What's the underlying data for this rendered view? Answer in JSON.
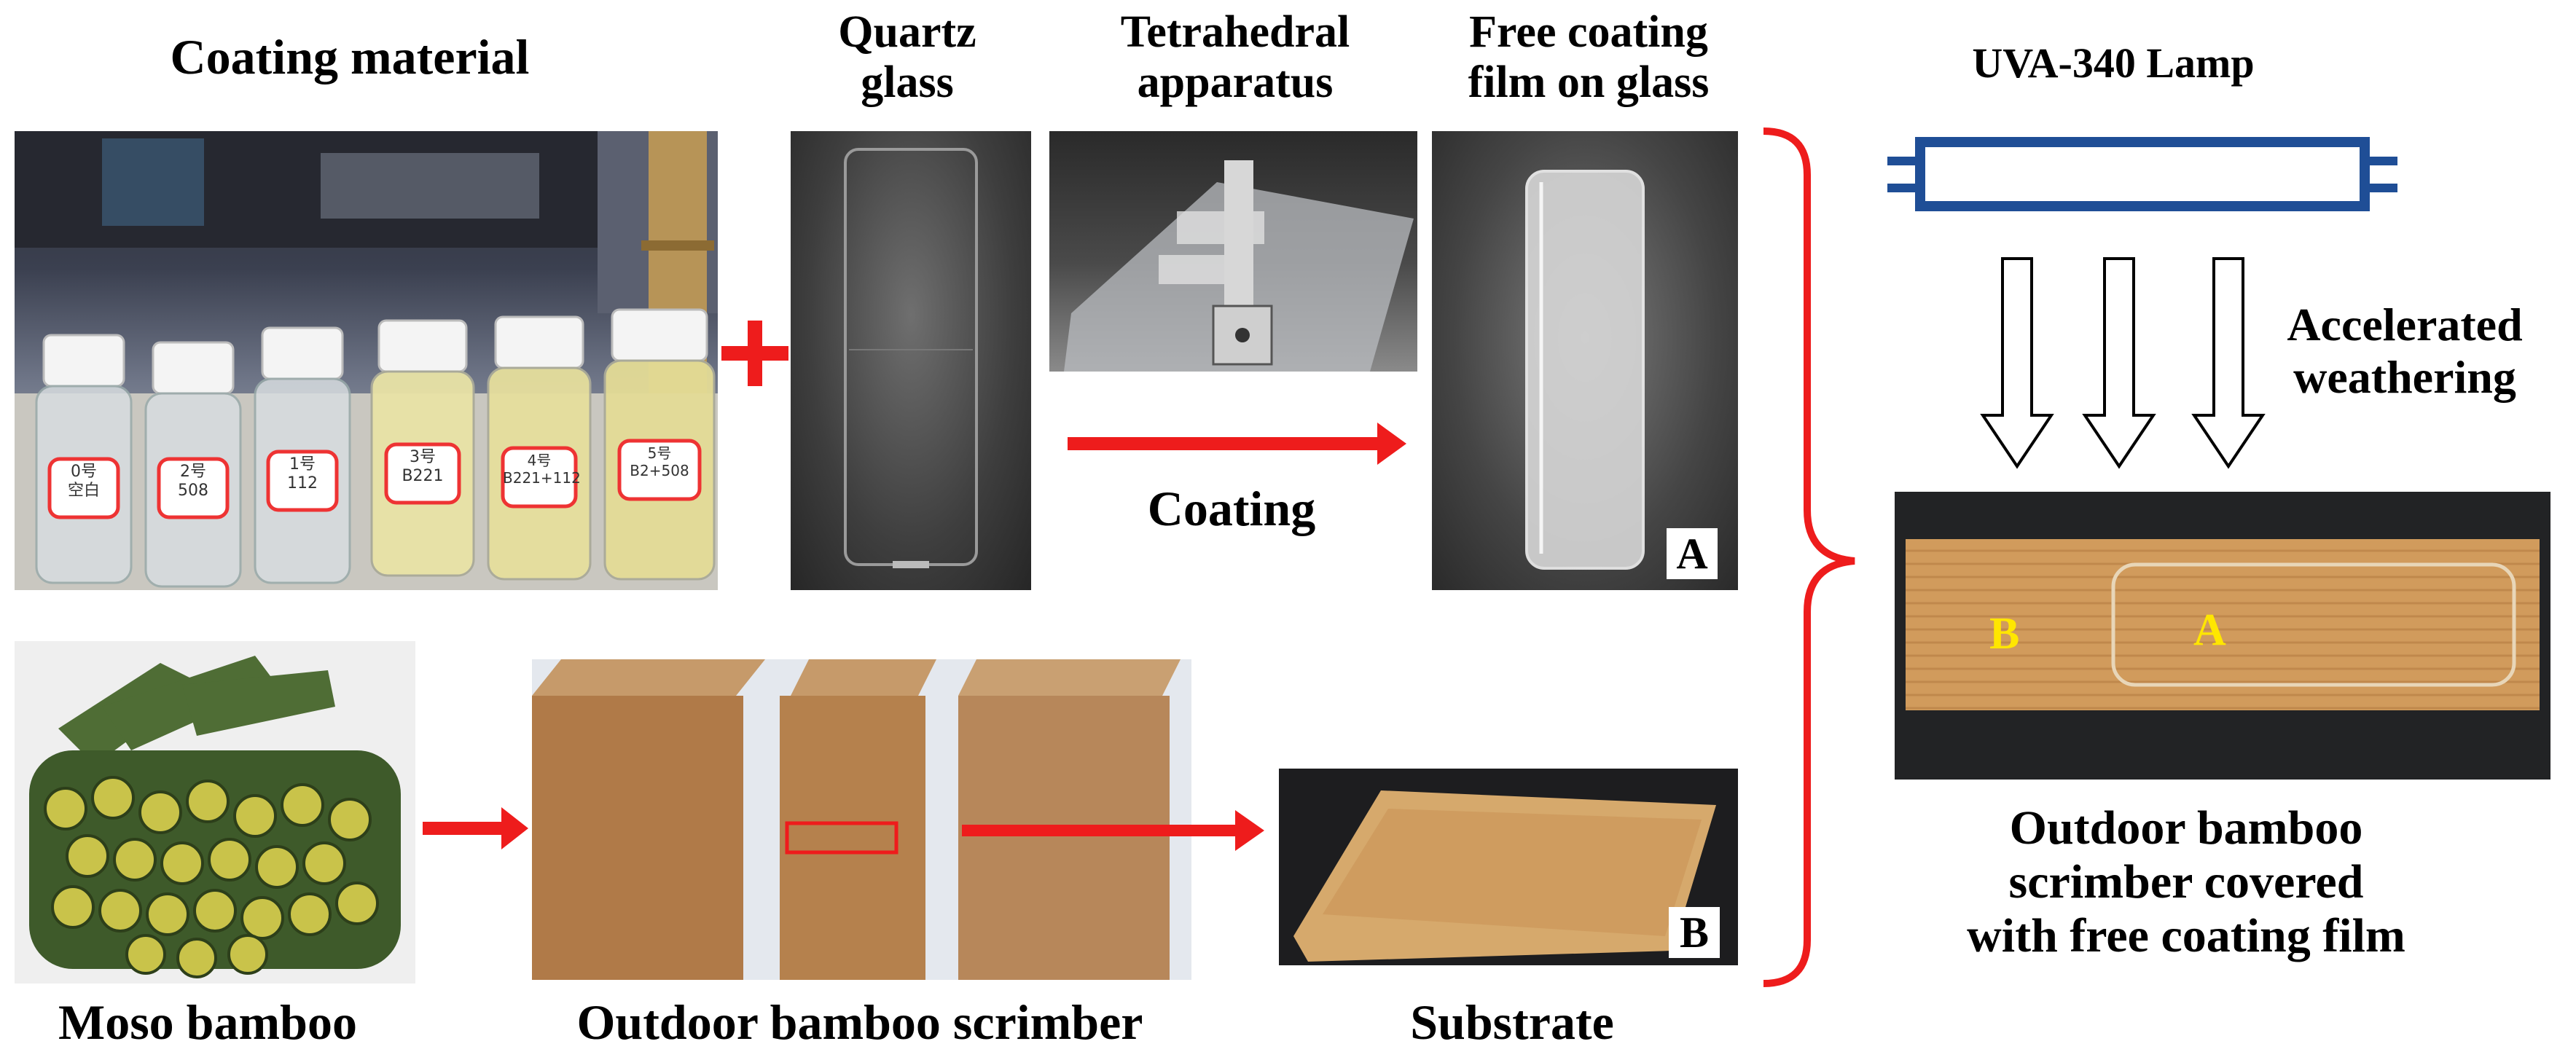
{
  "labels": {
    "coating_material": "Coating material",
    "quartz_glass": "Quartz\nglass",
    "tetrahedral_apparatus": "Tetrahedral\napparatus",
    "free_coating_film": "Free coating\nfilm on glass",
    "uva_lamp": "UVA-340 Lamp",
    "coating": "Coating",
    "accelerated_weathering": "Accelerated\nweathering",
    "moso_bamboo": "Moso bamboo",
    "outdoor_bamboo_scrimber": "Outdoor bamboo scrimber",
    "substrate": "Substrate",
    "result": "Outdoor bamboo\nscrimber covered\nwith free coating film"
  },
  "markers": {
    "a_film": "A",
    "b_substrate": "B",
    "b_on_sample": "B",
    "a_on_sample": "A"
  },
  "bottle_labels": [
    {
      "top": "0号",
      "bottom": "空白"
    },
    {
      "top": "2号",
      "bottom": "508"
    },
    {
      "top": "1号",
      "bottom": "112"
    },
    {
      "top": "3号",
      "bottom": "B221"
    },
    {
      "top": "4号",
      "bottom": "B221+112"
    },
    {
      "top": "5号",
      "bottom": "B2+508"
    }
  ],
  "colors": {
    "arrow_red": "#ee1c1c",
    "lamp_blue": "#1f4e96",
    "marker_yellow": "#ffe600"
  }
}
